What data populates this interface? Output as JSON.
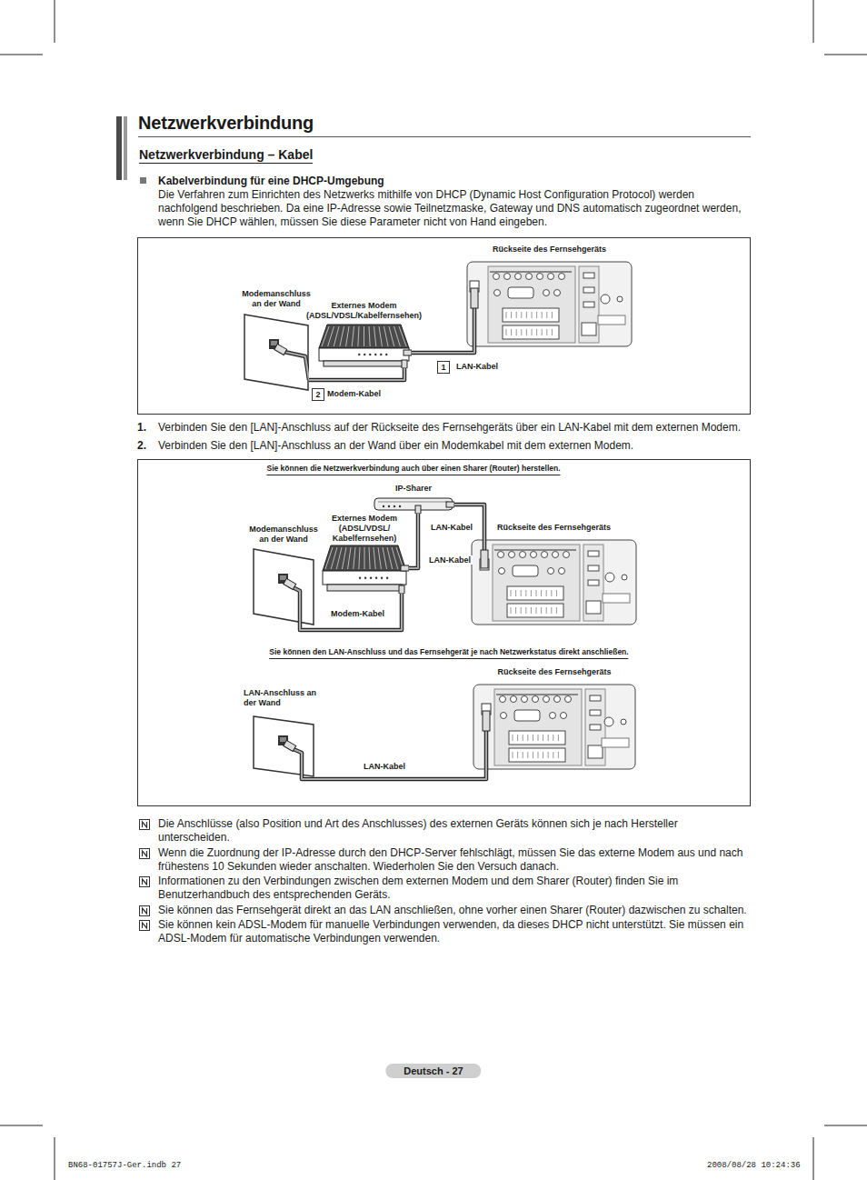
{
  "diagram": {
    "title": "Netzwerkverbindung",
    "nodes": [
      {
        "text": [
          "Modemanschluss an der Wand"
        ]
      },
      {
        "text": [
          "Externes Modem (ADSL/VDSL/Kabelfernsehen)"
        ]
      },
      {
        "text": [
          "Rückseite des Fernsehgeräts"
        ]
      },
      {
        "text": [
          "Modemanschluss an der Wand"
        ]
      },
      {
        "text": [
          "Externes Modem (ADSL/VDSL/ Kabelfernsehen)"
        ]
      },
      {
        "text": [
          "IP-Sharer"
        ]
      },
      {
        "text": [
          "Rückseite des Fernsehgeräts"
        ]
      },
      {
        "text": [
          "LAN-Anschluss an der Wand"
        ]
      },
      {
        "text": [
          "Rückseite des Fernsehgeräts"
        ]
      }
    ],
    "edges": [
      {
        "from": 1,
        "to": 2,
        "arrow": "none",
        "label": "LAN-Kabel"
      },
      {
        "from": 0,
        "to": 1,
        "arrow": "none",
        "label": "Modem-Kabel"
      },
      {
        "from": 4,
        "to": 5,
        "arrow": "none",
        "label": "LAN-Kabel"
      },
      {
        "from": 5,
        "to": 6,
        "arrow": "none",
        "label": "LAN-Kabel"
      },
      {
        "from": 3,
        "to": 4,
        "arrow": "none",
        "label": "Modem-Kabel"
      },
      {
        "from": 7,
        "to": 8,
        "arrow": "none",
        "label": "LAN-Kabel"
      }
    ],
    "labels": [
      "Netzwerkverbindung – Kabel",
      "Kabelverbindung für eine DHCP-Umgebung",
      "Die Verfahren zum Einrichten des Netzwerks mithilfe von DHCP (Dynamic Host Configuration Protocol) werden nachfolgend beschrieben. Da eine IP-Adresse sowie Teilnetzmaske, Gateway und DNS automatisch zugeordnet werden, wenn Sie DHCP wählen, müssen Sie diese Parameter nicht von Hand eingeben.",
      "1",
      "2",
      "1.",
      "Verbinden Sie den [LAN]-Anschluss auf der Rückseite des Fernsehgeräts über ein LAN-Kabel mit dem externen Modem.",
      "2.",
      "Verbinden Sie den [LAN]-Anschluss an der Wand über ein Modemkabel mit dem externen Modem.",
      "Sie können die Netzwerkverbindung auch über einen Sharer (Router) herstellen.",
      "Sie können den LAN-Anschluss und das Fernsehgerät je nach Netzwerkstatus direkt anschließen.",
      "Die Anschlüsse (also Position und Art des Anschlusses) des externen Geräts können sich je nach Hersteller unterscheiden.",
      "Wenn die Zuordnung der IP-Adresse durch den DHCP-Server fehlschlägt, müssen Sie das externe Modem aus und nach frühestens 10 Sekunden wieder anschalten. Wiederholen Sie den Versuch danach.",
      "Informationen zu den Verbindungen zwischen dem externen Modem und dem Sharer (Router) finden Sie im Benutzerhandbuch des entsprechenden Geräts.",
      "Sie können das Fernsehgerät direkt an das LAN anschließen, ohne vorher einen Sharer (Router) dazwischen zu schalten.",
      "Sie können kein ADSL-Modem für manuelle Verbindungen verwenden, da dieses DHCP nicht unterstützt. Sie müssen ein ADSL-Modem für automatische Verbindungen verwenden.",
      "Deutsch - 27",
      "BN68-01757J-Ger.indb 27",
      "2008/08/28 10:24:36"
    ]
  }
}
